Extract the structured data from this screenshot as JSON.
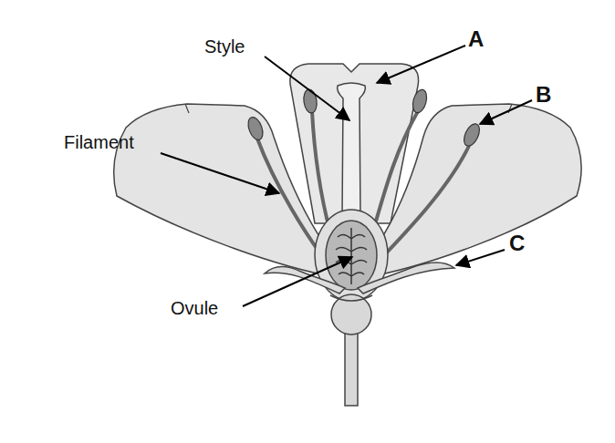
{
  "diagram": {
    "labels": [
      "Style",
      "A",
      "B",
      "Filament",
      "C",
      "Ovule"
    ]
  }
}
